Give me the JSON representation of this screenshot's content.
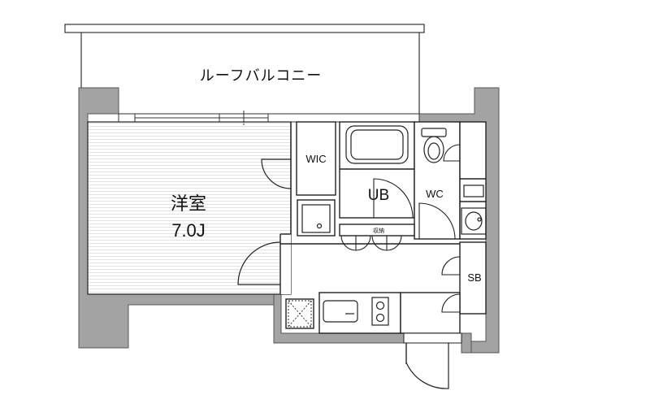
{
  "colors": {
    "wall": "#a3a3a3",
    "wall_outline": "#555555",
    "line": "#222222",
    "floor_lines": "#e2e2e2",
    "background": "#ffffff"
  },
  "labels": {
    "roof_balcony": "ルーフバルコニー",
    "western_room": "洋室",
    "room_size": "7.0J",
    "wic": "WIC",
    "ub": "UB",
    "wc": "WC",
    "sb": "SB",
    "storage": "収納"
  },
  "icons": [
    "door-swing-icon",
    "toilet-icon",
    "bathtub-icon",
    "washbasin-icon",
    "sink-icon",
    "stove-icon",
    "refrigerator-space-icon",
    "laundry-pan-icon"
  ]
}
